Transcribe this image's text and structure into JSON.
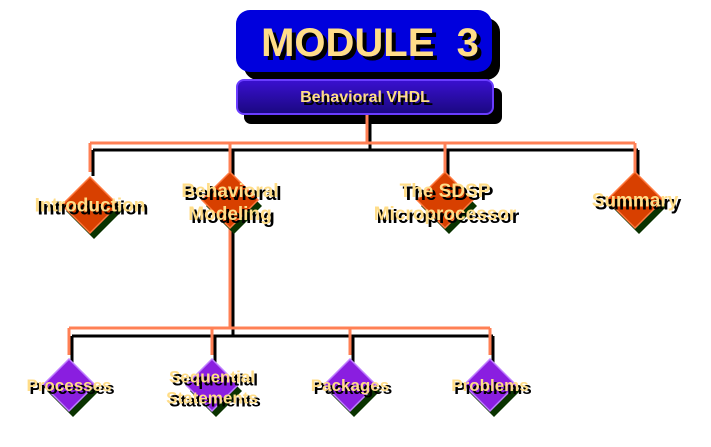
{
  "title": "MODULE  3",
  "subtitle": "Behavioral VHDL",
  "colors": {
    "title_box": "#0000dd",
    "subtitle_box": "#2a0aa8",
    "subtitle_border": "#6a3cff",
    "connector": "#ff8055",
    "text": "#ffdd88",
    "top_diamond": "#d84000",
    "bottom_diamond": "#8a1ee0",
    "diamond_shadow": "#0a3300"
  },
  "top_nodes": [
    {
      "id": "introduction",
      "lines": [
        "Introduction"
      ]
    },
    {
      "id": "behavioral-modeling",
      "lines": [
        "Behavioral",
        "Modeling"
      ]
    },
    {
      "id": "sdsp-microprocessor",
      "lines": [
        "The SDSP",
        "Microprocessor"
      ]
    },
    {
      "id": "summary",
      "lines": [
        "Summary"
      ]
    }
  ],
  "sub_nodes": [
    {
      "id": "processes",
      "lines": [
        "Processes"
      ]
    },
    {
      "id": "sequential-statements",
      "lines": [
        "Sequential",
        "Statements"
      ]
    },
    {
      "id": "packages",
      "lines": [
        "Packages"
      ]
    },
    {
      "id": "problems",
      "lines": [
        "Problems"
      ]
    }
  ]
}
